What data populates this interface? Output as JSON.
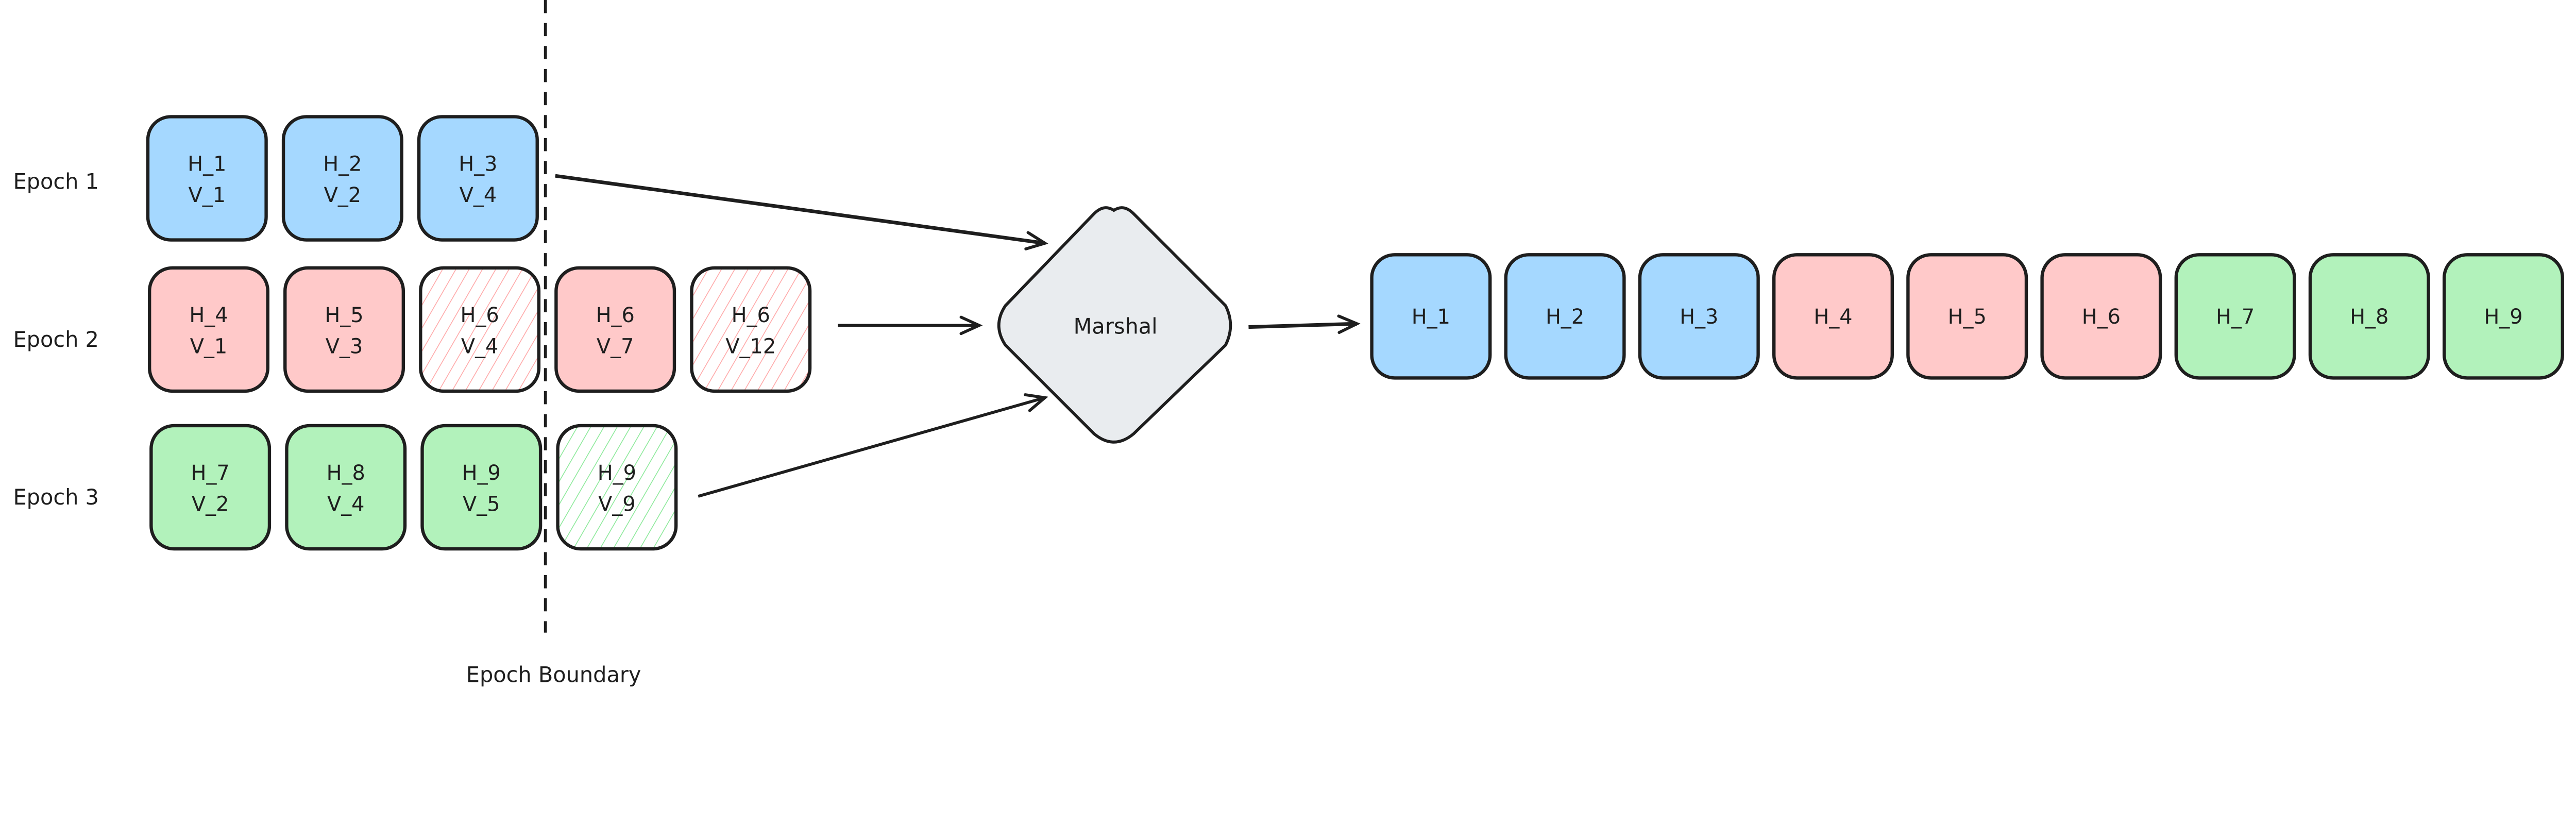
{
  "colors": {
    "blue": "#a5d8ff",
    "red": "#ffc9c9",
    "green": "#b2f2bb",
    "hatch_red": "#ffa8a8",
    "hatch_green": "#8ce99a",
    "marshal": "#e9ecef",
    "stroke": "#1e1e1e"
  },
  "boundary_label": "Epoch Boundary",
  "marshal_label": "Marshal",
  "epochs": [
    {
      "label": "Epoch 1",
      "color": "blue",
      "blocks": [
        {
          "h": "H_1",
          "v": "V_1",
          "hatched": false
        },
        {
          "h": "H_2",
          "v": "V_2",
          "hatched": false
        },
        {
          "h": "H_3",
          "v": "V_4",
          "hatched": false
        }
      ]
    },
    {
      "label": "Epoch 2",
      "color": "red",
      "blocks": [
        {
          "h": "H_4",
          "v": "V_1",
          "hatched": false
        },
        {
          "h": "H_5",
          "v": "V_3",
          "hatched": false
        },
        {
          "h": "H_6",
          "v": "V_4",
          "hatched": true
        },
        {
          "h": "H_6",
          "v": "V_7",
          "hatched": false
        },
        {
          "h": "H_6",
          "v": "V_12",
          "hatched": true
        }
      ]
    },
    {
      "label": "Epoch 3",
      "color": "green",
      "blocks": [
        {
          "h": "H_7",
          "v": "V_2",
          "hatched": false
        },
        {
          "h": "H_8",
          "v": "V_4",
          "hatched": false
        },
        {
          "h": "H_9",
          "v": "V_5",
          "hatched": false
        },
        {
          "h": "H_9",
          "v": "V_9",
          "hatched": true
        }
      ]
    }
  ],
  "output": [
    {
      "label": "H_1",
      "color": "blue"
    },
    {
      "label": "H_2",
      "color": "blue"
    },
    {
      "label": "H_3",
      "color": "blue"
    },
    {
      "label": "H_4",
      "color": "red"
    },
    {
      "label": "H_5",
      "color": "red"
    },
    {
      "label": "H_6",
      "color": "red"
    },
    {
      "label": "H_7",
      "color": "green"
    },
    {
      "label": "H_8",
      "color": "green"
    },
    {
      "label": "H_9",
      "color": "green"
    }
  ]
}
